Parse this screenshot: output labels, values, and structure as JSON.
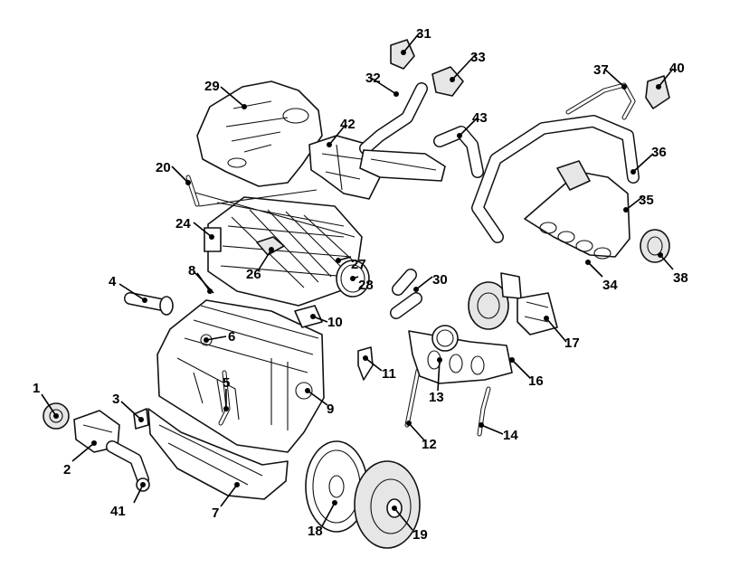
{
  "diagram": {
    "callouts": [
      {
        "id": "c1",
        "text": "1"
      },
      {
        "id": "c2",
        "text": "2"
      },
      {
        "id": "c3",
        "text": "3"
      },
      {
        "id": "c4",
        "text": "4"
      },
      {
        "id": "c5",
        "text": "5"
      },
      {
        "id": "c6",
        "text": "6"
      },
      {
        "id": "c7",
        "text": "7"
      },
      {
        "id": "c8",
        "text": "8"
      },
      {
        "id": "c9",
        "text": "9"
      },
      {
        "id": "c10",
        "text": "10"
      },
      {
        "id": "c11",
        "text": "11"
      },
      {
        "id": "c12",
        "text": "12"
      },
      {
        "id": "c13",
        "text": "13"
      },
      {
        "id": "c14",
        "text": "14"
      },
      {
        "id": "c16",
        "text": "16"
      },
      {
        "id": "c17",
        "text": "17"
      },
      {
        "id": "c18",
        "text": "18"
      },
      {
        "id": "c19",
        "text": "19"
      },
      {
        "id": "c20",
        "text": "20"
      },
      {
        "id": "c24",
        "text": "24"
      },
      {
        "id": "c26",
        "text": "26"
      },
      {
        "id": "c27",
        "text": "27"
      },
      {
        "id": "c28",
        "text": "28"
      },
      {
        "id": "c29",
        "text": "29"
      },
      {
        "id": "c30",
        "text": "30"
      },
      {
        "id": "c31",
        "text": "31"
      },
      {
        "id": "c32",
        "text": "32"
      },
      {
        "id": "c33",
        "text": "33"
      },
      {
        "id": "c34",
        "text": "34"
      },
      {
        "id": "c35",
        "text": "35"
      },
      {
        "id": "c36",
        "text": "36"
      },
      {
        "id": "c37",
        "text": "37"
      },
      {
        "id": "c38",
        "text": "38"
      },
      {
        "id": "c40",
        "text": "40"
      },
      {
        "id": "c41",
        "text": "41"
      },
      {
        "id": "c42",
        "text": "42"
      },
      {
        "id": "c43",
        "text": "43"
      }
    ]
  }
}
